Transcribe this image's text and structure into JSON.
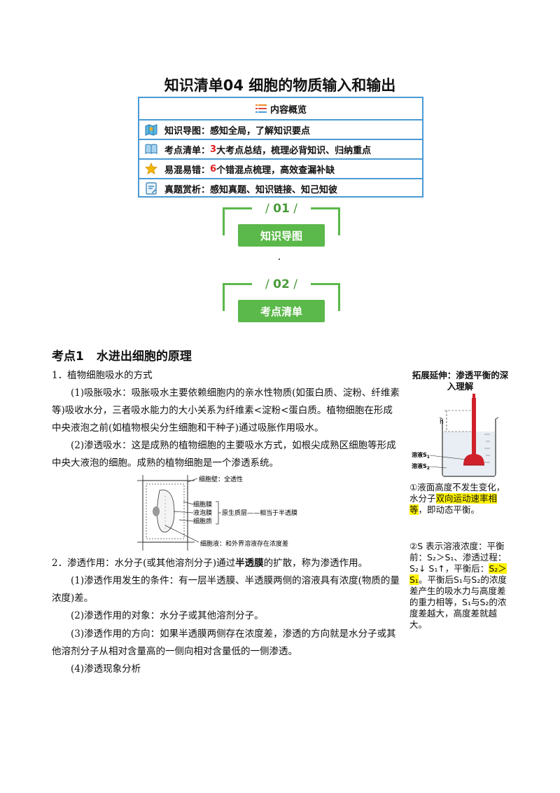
{
  "title": "知识清单04  细胞的物质输入和输出",
  "overview": {
    "header": "内容概览",
    "rows": [
      {
        "prefix": "知识导图：",
        "text": "感知全局，了解知识要点",
        "num": ""
      },
      {
        "prefix": "考点清单：",
        "num": "3",
        "text": "大考点总结，梳理必背知识、归纳重点"
      },
      {
        "prefix": "易混易错：",
        "num": "6",
        "text": "个错混点梳理，高效查漏补缺"
      },
      {
        "prefix": "真题赏析：",
        "text": "感知真题、知识链接、知己知彼",
        "num": ""
      }
    ],
    "icons": [
      "list-icon",
      "map-icon",
      "book-icon",
      "star-icon",
      "exam-icon"
    ]
  },
  "sections": [
    {
      "num": "01",
      "label": "知识导图"
    },
    {
      "num": "02",
      "label": "考点清单"
    }
  ],
  "kaodian": {
    "label": "考点1",
    "title": "水进出细胞的原理"
  },
  "body": {
    "p1": "1．植物细胞吸水的方式",
    "p2": "(1)吸胀吸水：吸胀吸水主要依赖细胞内的亲水性物质(如蛋白质、淀粉、纤维素等)吸收水分，三者吸水能力的大小关系为纤维素<淀粉<蛋白质。植物细胞在形成中央液泡之前(如植物根尖分生细胞和干种子)通过吸胀作用吸水。",
    "p3": "(2)渗透吸水：这是成熟的植物细胞的主要吸水方式，如根尖成熟区细胞等形成中央大液泡的细胞。成熟的植物细胞是一个渗透系统。",
    "p4_a": "2．渗透作用：水分子(或其他溶剂分子)通过",
    "p4_kw": "半透膜",
    "p4_b": "的扩散，称为渗透作用。",
    "p5": "(1)渗透作用发生的条件：有一层半透膜、半透膜两侧的溶液具有浓度(物质的量浓度)差。",
    "p6": "(2)渗透作用的对象：水分子或其他溶剂分子。",
    "p7": "(3)渗透作用的方向：如果半透膜两侧存在浓度差，渗透的方向就是水分子或其他溶剂分子从相对含量高的一侧向相对含量低的一侧渗透。",
    "p8": "(4)渗透现象分析"
  },
  "cell_diagram": {
    "labels": {
      "wall": "细胞壁：全透性",
      "membrane": "细胞膜",
      "tonoplast": "液泡膜",
      "cytoplasm": "细胞质",
      "protoplast": "原生质层——相当于半透膜",
      "sap": "细胞液：和外界溶液存在浓度差"
    }
  },
  "side": {
    "title": "拓展延伸：渗透平衡的深入理解",
    "diagram_labels": {
      "h": "h",
      "s1": "溶液S",
      "s1_sub": "1",
      "s2": "溶液S",
      "s2_sub": "2"
    },
    "n1_a": "①液面高度不发生变化，水分子",
    "n1_hl": "双向运动速率相等",
    "n1_b": "，即动态平衡。",
    "n2_a": "②S 表示溶液浓度：平衡前：S₂＞S₁、渗透过程：S₂↓ S₁↑，平衡后：",
    "n2_hl": "S₂＞S₁",
    "n2_b": "。平衡后S₁与S₂的浓度差产生的吸水力与高度差的重力相等，S₁与S₂的浓度差越大，高度差就越大。"
  },
  "colors": {
    "blue_border": "#4a9ad6",
    "green": "#5bb84a",
    "red": "#e02020",
    "highlight": "#fff200",
    "beaker_red": "#d0202a"
  }
}
